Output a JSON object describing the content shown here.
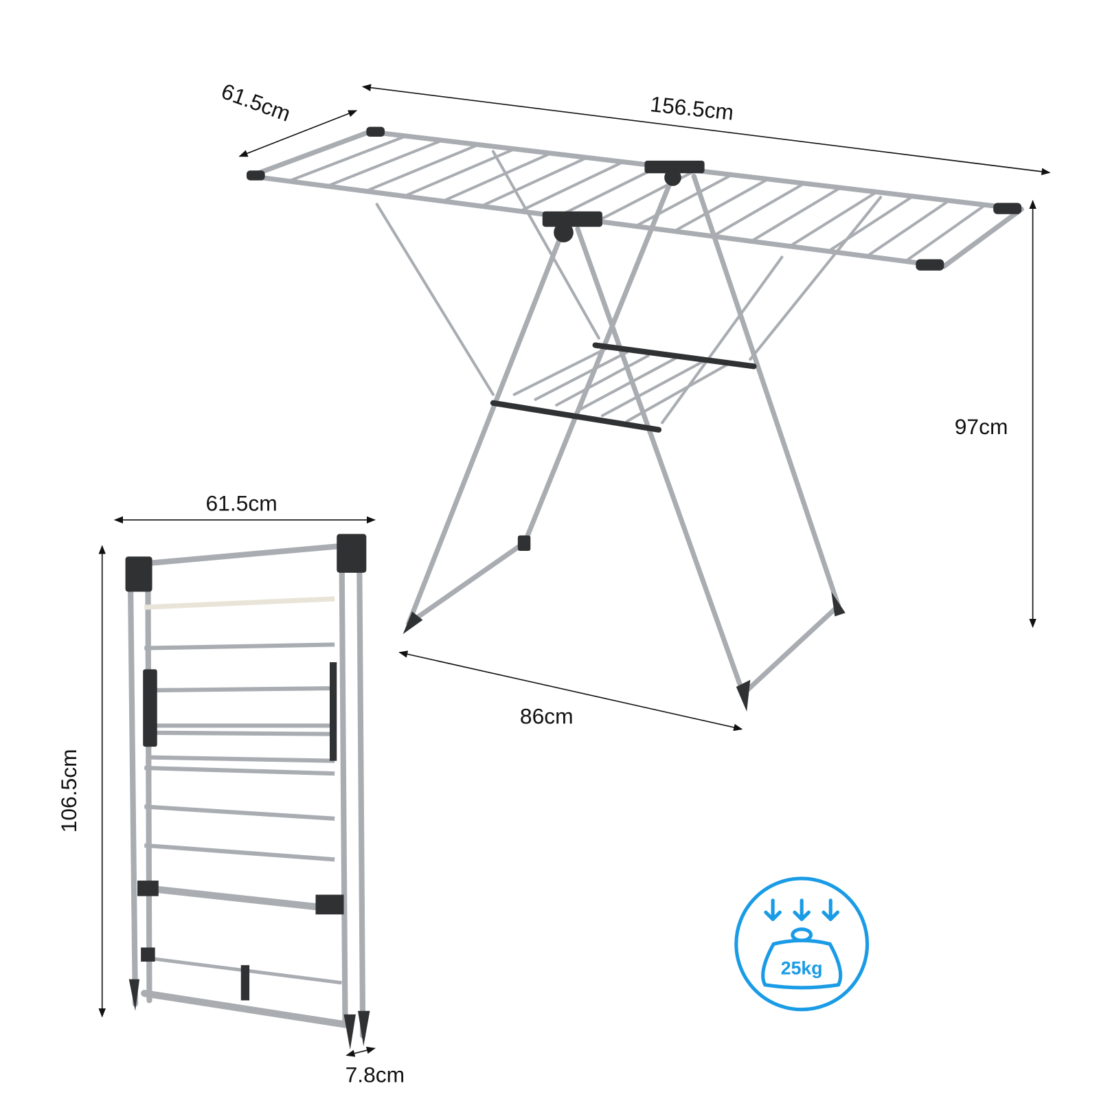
{
  "dimensions": {
    "open_depth": "61.5cm",
    "open_length": "156.5cm",
    "open_height": "97cm",
    "open_base_width": "86cm",
    "folded_width": "61.5cm",
    "folded_height": "106.5cm",
    "folded_thickness": "7.8cm"
  },
  "badge": {
    "icon": "weight-capacity-icon",
    "label": "25kg",
    "color": "#1a9be6"
  },
  "colors": {
    "rail": "#a9adb2",
    "joint": "#2f3133",
    "dimension_line": "#111111"
  }
}
